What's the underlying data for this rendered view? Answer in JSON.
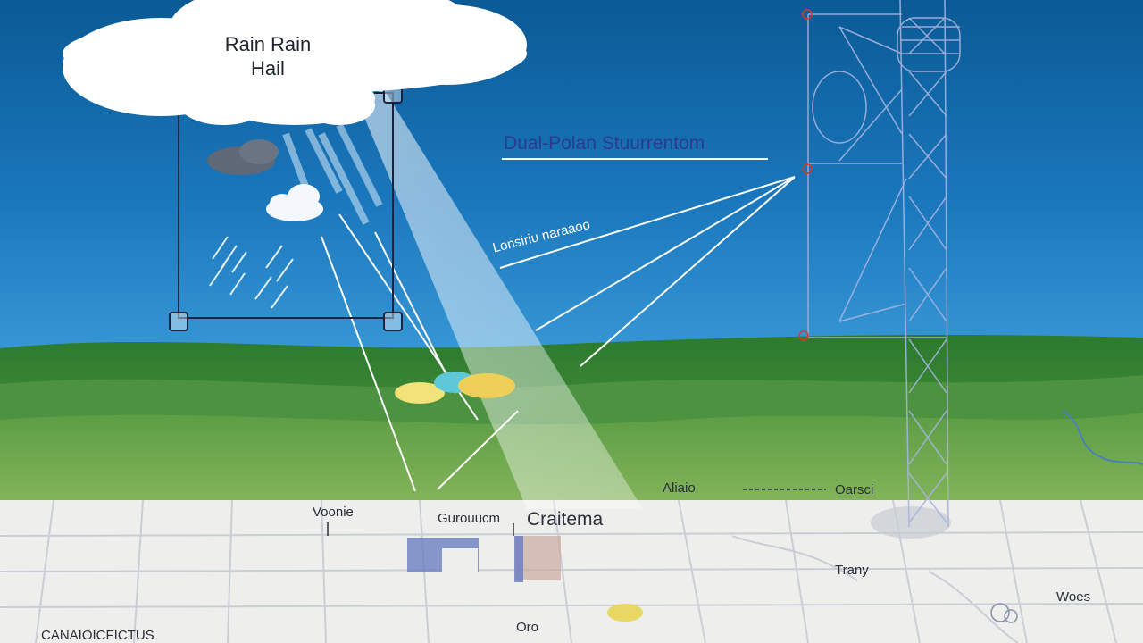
{
  "cloud": {
    "line1": "Rain Rain",
    "line2": "Hail"
  },
  "title": "Dual-Polan Stuurrentom",
  "beam_label": "Lonsiriu naraaoo",
  "map": {
    "label_top_left": "Voonie",
    "label_center": "Gurouucm",
    "label_center_big": "Craitema",
    "label_right_a": "Aliaio",
    "label_right_b": "Oarsci",
    "label_right_c": "Trany",
    "label_far_right": "Woes",
    "label_bottom_center": "Oro",
    "label_bottom_left": "CANAIOICFICTUS"
  },
  "colors": {
    "sky_top": "#0a5a95",
    "sky_bottom": "#2d8fd0",
    "hills_dark": "#2f7a2c",
    "hills_light": "#6aa84a",
    "map_bg": "#eeeeec",
    "map_lines": "#c8ccd4",
    "annotation_red": "#e0342c",
    "tower": "#9aa8d8"
  }
}
